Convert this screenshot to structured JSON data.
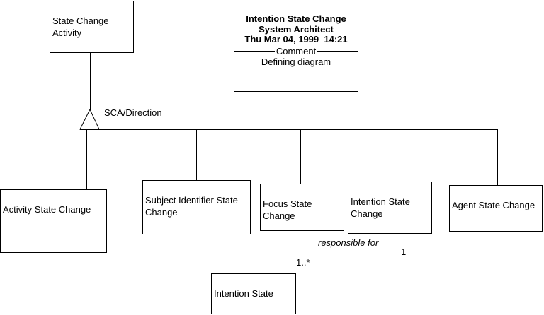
{
  "diagram": {
    "background_color": "#ffffff",
    "line_color": "#000000",
    "nodes": {
      "state_change_activity": {
        "label": "State Change\nActivity"
      },
      "activity_state_change": {
        "label": "Activity State Change"
      },
      "subject_identifier_state_change": {
        "label": "Subject Identifier State\nChange"
      },
      "focus_state_change": {
        "label": "Focus State\nChange"
      },
      "intention_state_change": {
        "label": "Intention State\nChange"
      },
      "agent_state_change": {
        "label": "Agent State Change"
      },
      "intention_state": {
        "label": "Intention State"
      }
    },
    "comment_box": {
      "title_line1": "Intention State Change",
      "title_line2": "System Architect",
      "title_line3": "Thu Mar 04, 1999  14:21",
      "separator_label": "Comment",
      "body": "Defining diagram"
    },
    "labels": {
      "generalization": "SCA/Direction",
      "association_name": "responsible for",
      "multiplicity_one": "1",
      "multiplicity_many": "1..*"
    }
  }
}
